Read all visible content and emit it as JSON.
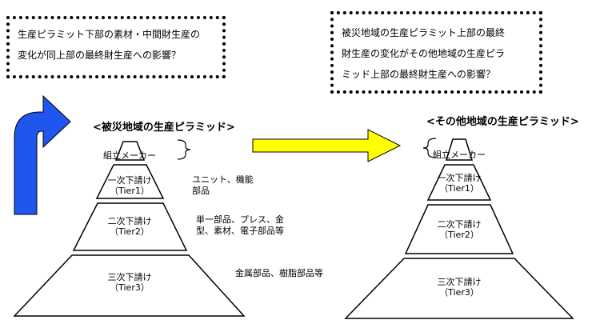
{
  "notes": {
    "left": [
      "生産ピラミット下部の素材・中間財生産の",
      "変化が同上部の最終財生産への影響？"
    ],
    "right": [
      "被災地域の生産ピラミット上部の最終",
      "財生産の変化がその他地域の生産ピラ",
      "ミッド上部の最終財生産への影響？"
    ]
  },
  "left_pyramid": {
    "title": "<被災地域の生産ピラミッド>",
    "assembler": "組立メーカー",
    "tier1": [
      "一次下請け",
      "（Tier1）"
    ],
    "tier2": [
      "二次下請け",
      "（Tier2）"
    ],
    "tier3": [
      "三次下請け",
      "（Tier3）"
    ],
    "tier1_items": [
      "ユニット、機能",
      "部品"
    ],
    "tier2_items": [
      "単一部品、プレス、金",
      "型、素材、電子部品等"
    ],
    "tier3_items": [
      "金属部品、樹脂部品等"
    ]
  },
  "right_pyramid": {
    "title": "<その他地域の生産ピラミッド>",
    "assembler": "組立メーカー",
    "tier1": [
      "一次下請け",
      "（Tier1）"
    ],
    "tier2": [
      "二次下請け",
      "（Tier2）"
    ],
    "tier3": [
      "三次下請け",
      "（Tier3）"
    ]
  },
  "colors": {
    "up_arrow": "#1f56f0",
    "right_arrow": "#ffff00"
  }
}
